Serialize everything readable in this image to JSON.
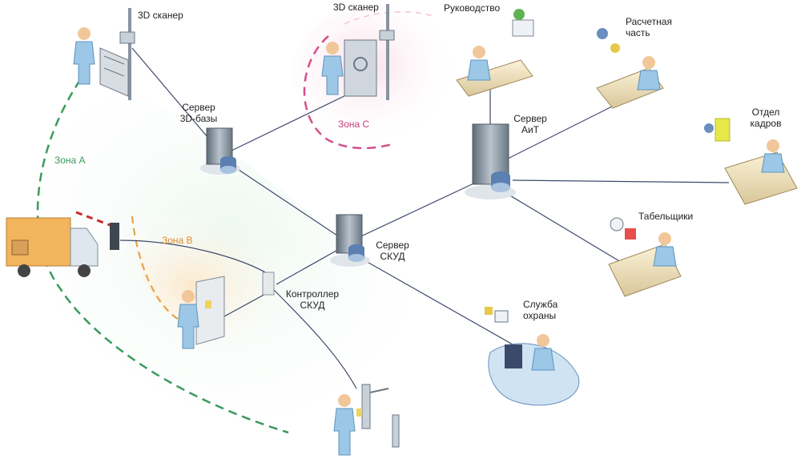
{
  "labels": {
    "scanner_left": "3D сканер",
    "scanner_top": "3D сканер",
    "server_3d_line1": "Сервер",
    "server_3d_line2": "3D-базы",
    "server_skud_line1": "Сервер",
    "server_skud_line2": "СКУД",
    "server_ait_line1": "Сервер",
    "server_ait_line2": "АиТ",
    "controller_line1": "Контроллер",
    "controller_line2": "СКУД",
    "management": "Руководство",
    "payroll_line1": "Расчетная",
    "payroll_line2": "часть",
    "hr_line1": "Отдел",
    "hr_line2": "кадров",
    "timekeepers": "Табельщики",
    "security_line1": "Служба",
    "security_line2": "охраны",
    "zone_a": "Зона А",
    "zone_b": "Зона B",
    "zone_c": "Зона C"
  },
  "colors": {
    "zone_a": "#3a9a5c",
    "zone_b": "#e8a24a",
    "zone_c": "#d4508a",
    "figure": "#9cc7e6",
    "server": "#7c8a96",
    "line": "#3d4a6b"
  }
}
